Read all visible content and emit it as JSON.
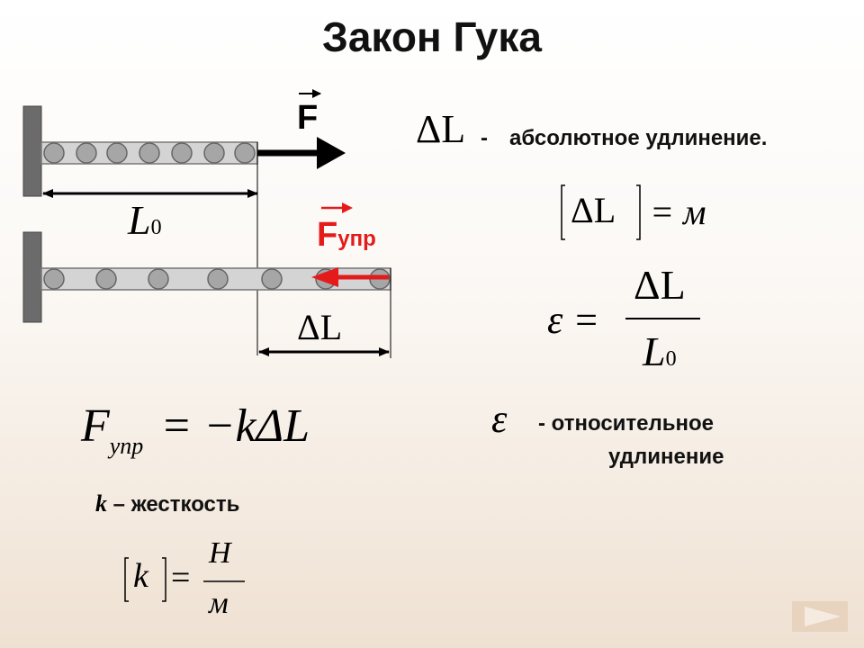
{
  "title": "Закон Гука",
  "diagram": {
    "force_label": "F",
    "elastic_force_label": "F",
    "elastic_force_sub": "упр",
    "initial_length_label": "L",
    "initial_length_sub": "0",
    "elongation_label": "ΔL",
    "colors": {
      "wall": "#6b6b6b",
      "rod": "#d4d4d4",
      "bead": "#a6a6a6",
      "force_arrow": "#000000",
      "elastic_arrow": "#e41b1b"
    }
  },
  "definitions": {
    "absolute_symbol": "ΔL",
    "dash": "-",
    "absolute_text": "абсолютное удлинение.",
    "unit_lhs": "ΔL",
    "unit_rhs": "= м",
    "relative_symbol": "ε",
    "relative_text_line1": "- относительное",
    "relative_text_line2": "удлинение"
  },
  "strain_formula": {
    "lhs": "ε =",
    "numerator": "ΔL",
    "denominator": "L",
    "denominator_sub": "0"
  },
  "hooke": {
    "F": "F",
    "sub": "упр",
    "rhs": "= −kΔL",
    "k_symbol": "k",
    "k_text": "– жесткость",
    "k_bracket": "k",
    "k_eq": "=",
    "unit_num": "Н",
    "unit_den": "м"
  },
  "nav": {
    "next_icon": "next-slide-arrow"
  }
}
